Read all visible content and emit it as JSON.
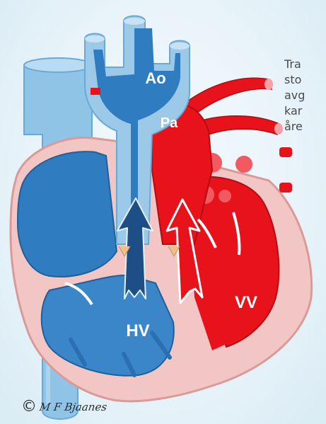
{
  "labels": {
    "aorta": "Ao",
    "pulmonary_artery": "Pa",
    "right_ventricle": "HV",
    "left_ventricle": "VV"
  },
  "side_text": [
    "Tra",
    "sto",
    "avg",
    "kar",
    "åre"
  ],
  "copyright": {
    "symbol": "©",
    "signature": "M F Bjaanes"
  },
  "colors": {
    "deoxygenated": "#2f7cc1",
    "oxygenated": "#e8121a",
    "muscle": "#f2c6c4",
    "vessel_light": "#9cc9e8",
    "arrow_blue": "#1d4f86"
  }
}
